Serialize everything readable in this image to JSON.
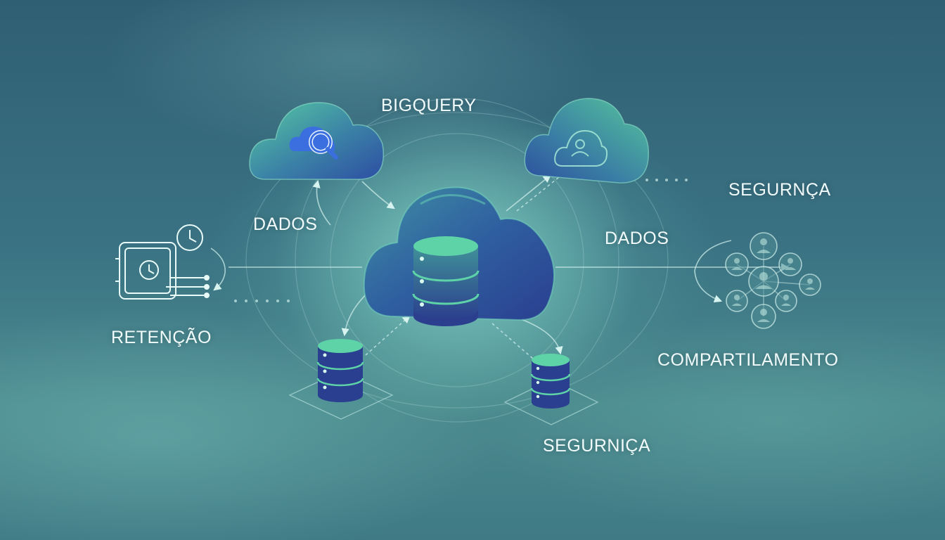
{
  "labels": {
    "bigquery": "BIGQUERY",
    "dados_left": "DADOS",
    "dados_right": "DADOS",
    "seguranca_top": "SEGURNÇA",
    "retencao": "RETENÇÃO",
    "compartilhamento": "COMPARTILAMENTO",
    "seguranca_bottom": "SEGURNIÇA"
  },
  "colors": {
    "cloud_green": "#4fc7a0",
    "cloud_blue": "#2e4fa3",
    "db_green": "#5fd3a8",
    "db_blue": "#2a3f8f",
    "line": "#bfe9e4",
    "icon_accent": "#3b6fe0"
  }
}
